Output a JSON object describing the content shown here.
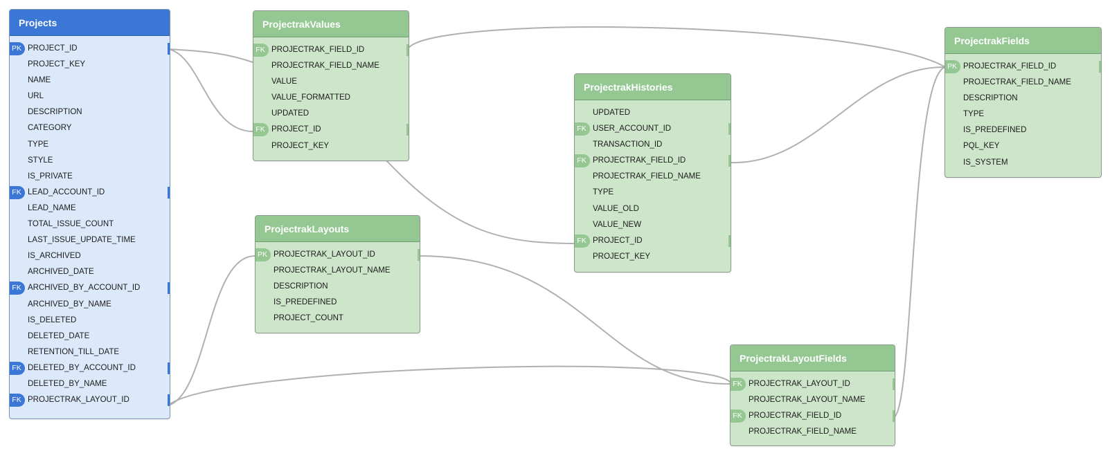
{
  "colors": {
    "blue_header": "#3a77d6",
    "blue_body": "#dbe9fb",
    "green_header": "#95c793",
    "green_body": "#cde5c9",
    "link": "#b0b0b0"
  },
  "tables": [
    {
      "id": "projects",
      "name": "Projects",
      "theme": "blue",
      "columns": [
        {
          "name": "PROJECT_ID",
          "key": "PK",
          "linked": true
        },
        {
          "name": "PROJECT_KEY"
        },
        {
          "name": "NAME"
        },
        {
          "name": "URL"
        },
        {
          "name": "DESCRIPTION"
        },
        {
          "name": "CATEGORY"
        },
        {
          "name": "TYPE"
        },
        {
          "name": "STYLE"
        },
        {
          "name": "IS_PRIVATE"
        },
        {
          "name": "LEAD_ACCOUNT_ID",
          "key": "FK",
          "linked": true
        },
        {
          "name": "LEAD_NAME"
        },
        {
          "name": "TOTAL_ISSUE_COUNT"
        },
        {
          "name": "LAST_ISSUE_UPDATE_TIME"
        },
        {
          "name": "IS_ARCHIVED"
        },
        {
          "name": "ARCHIVED_DATE"
        },
        {
          "name": "ARCHIVED_BY_ACCOUNT_ID",
          "key": "FK",
          "linked": true
        },
        {
          "name": "ARCHIVED_BY_NAME"
        },
        {
          "name": "IS_DELETED"
        },
        {
          "name": "DELETED_DATE"
        },
        {
          "name": "RETENTION_TILL_DATE"
        },
        {
          "name": "DELETED_BY_ACCOUNT_ID",
          "key": "FK",
          "linked": true
        },
        {
          "name": "DELETED_BY_NAME"
        },
        {
          "name": "PROJECTRAK_LAYOUT_ID",
          "key": "FK",
          "linked": true
        }
      ]
    },
    {
      "id": "values",
      "name": "ProjectrakValues",
      "theme": "green",
      "columns": [
        {
          "name": "PROJECTRAK_FIELD_ID",
          "key": "FK",
          "linked": true
        },
        {
          "name": "PROJECTRAK_FIELD_NAME"
        },
        {
          "name": "VALUE"
        },
        {
          "name": "VALUE_FORMATTED"
        },
        {
          "name": "UPDATED"
        },
        {
          "name": "PROJECT_ID",
          "key": "FK",
          "linked": true
        },
        {
          "name": "PROJECT_KEY"
        }
      ]
    },
    {
      "id": "layouts",
      "name": "ProjectrakLayouts",
      "theme": "green",
      "columns": [
        {
          "name": "PROJECTRAK_LAYOUT_ID",
          "key": "PK",
          "linked": true
        },
        {
          "name": "PROJECTRAK_LAYOUT_NAME"
        },
        {
          "name": "DESCRIPTION"
        },
        {
          "name": "IS_PREDEFINED"
        },
        {
          "name": "PROJECT_COUNT"
        }
      ]
    },
    {
      "id": "histories",
      "name": "ProjectrakHistories",
      "theme": "green",
      "columns": [
        {
          "name": "UPDATED"
        },
        {
          "name": "USER_ACCOUNT_ID",
          "key": "FK",
          "linked": true
        },
        {
          "name": "TRANSACTION_ID"
        },
        {
          "name": "PROJECTRAK_FIELD_ID",
          "key": "FK",
          "linked": true
        },
        {
          "name": "PROJECTRAK_FIELD_NAME"
        },
        {
          "name": "TYPE"
        },
        {
          "name": "VALUE_OLD"
        },
        {
          "name": "VALUE_NEW"
        },
        {
          "name": "PROJECT_ID",
          "key": "FK",
          "linked": true
        },
        {
          "name": "PROJECT_KEY"
        }
      ]
    },
    {
      "id": "fields",
      "name": "ProjectrakFields",
      "theme": "green",
      "columns": [
        {
          "name": "PROJECTRAK_FIELD_ID",
          "key": "PK",
          "linked": true
        },
        {
          "name": "PROJECTRAK_FIELD_NAME"
        },
        {
          "name": "DESCRIPTION"
        },
        {
          "name": "TYPE"
        },
        {
          "name": "IS_PREDEFINED"
        },
        {
          "name": "PQL_KEY"
        },
        {
          "name": "IS_SYSTEM"
        }
      ]
    },
    {
      "id": "layoutfields",
      "name": "ProjectrakLayoutFields",
      "theme": "green",
      "columns": [
        {
          "name": "PROJECTRAK_LAYOUT_ID",
          "key": "FK",
          "linked": true
        },
        {
          "name": "PROJECTRAK_LAYOUT_NAME"
        },
        {
          "name": "PROJECTRAK_FIELD_ID",
          "key": "FK",
          "linked": true
        },
        {
          "name": "PROJECTRAK_FIELD_NAME"
        }
      ]
    }
  ],
  "relationships": [
    {
      "from": "values.PROJECT_ID",
      "to": "projects.PROJECT_ID"
    },
    {
      "from": "values.PROJECTRAK_FIELD_ID",
      "to": "fields.PROJECTRAK_FIELD_ID"
    },
    {
      "from": "histories.PROJECTRAK_FIELD_ID",
      "to": "fields.PROJECTRAK_FIELD_ID"
    },
    {
      "from": "histories.PROJECT_ID",
      "to": "projects.PROJECT_ID"
    },
    {
      "from": "projects.PROJECTRAK_LAYOUT_ID",
      "to": "layouts.PROJECTRAK_LAYOUT_ID"
    },
    {
      "from": "layoutfields.PROJECTRAK_LAYOUT_ID",
      "to": "layouts.PROJECTRAK_LAYOUT_ID"
    },
    {
      "from": "layoutfields.PROJECTRAK_FIELD_ID",
      "to": "fields.PROJECTRAK_FIELD_ID"
    }
  ]
}
